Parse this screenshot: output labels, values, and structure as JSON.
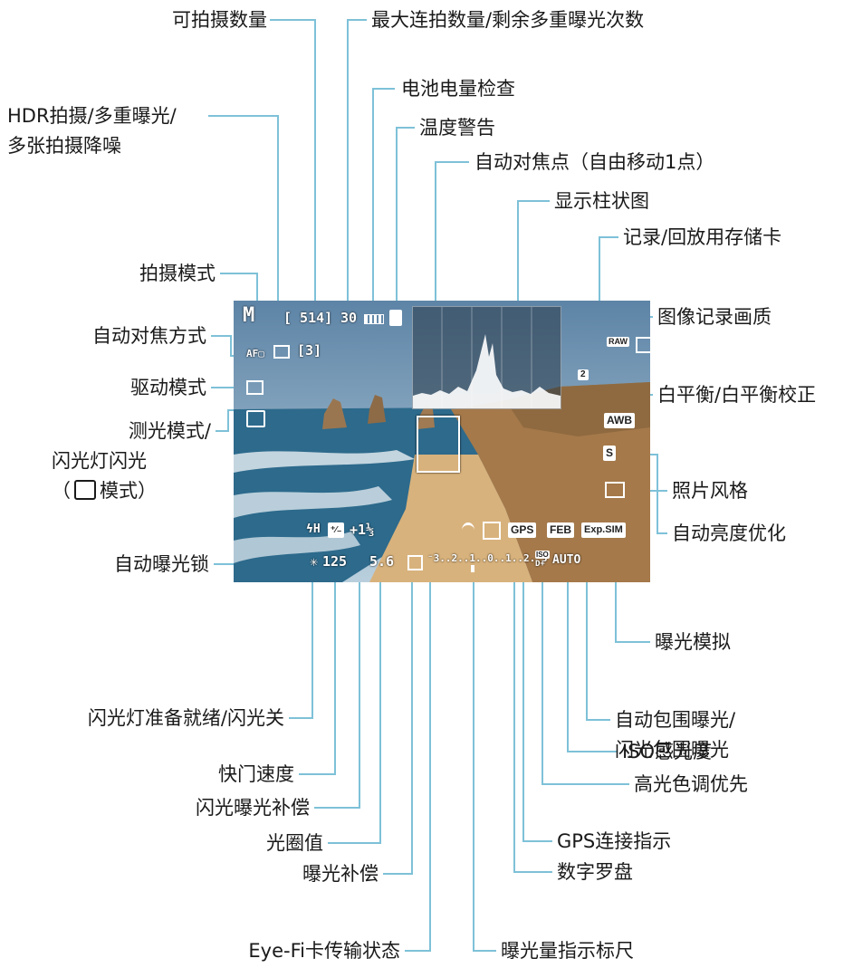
{
  "colors": {
    "leader": "#7ec1d8",
    "sky_top": "#5d84a6",
    "sky_bottom": "#b9cfdd",
    "sea": "#2d6a8c",
    "foam": "#e8f0f4",
    "cliff": "#a5794a",
    "beach": "#d8b27c",
    "overlay_text": "#ffffff",
    "histogram_bg": "#2a3a48",
    "af_frame": "#ffffff"
  },
  "screen": {
    "mode": "M",
    "shots_available": "[ 514]",
    "max_burst": "30",
    "multi_shot_count": "[3]",
    "af_method_label": "AF▢",
    "flash_comp_value": "+1⅓",
    "ae_lock": "✳",
    "shutter": "125",
    "aperture": "5.6",
    "exposure_scale": "⁻3..2..1..0..1..2.⁺3",
    "iso_value": "AUTO",
    "gps_badge": "GPS",
    "feb_badge": "FEB",
    "expsim_badge": "Exp.SIM",
    "awb_badge": "AWB",
    "raw_badge": "RAW",
    "style_badge": "S",
    "iso_badge": "ISO",
    "d_plus": "D+",
    "flash_ready": "ϟH",
    "flash_comp_badge": "⁺⁄₋",
    "card_number": "2"
  },
  "callouts": {
    "shots_available": "可拍摄数量",
    "max_burst": "最大连拍数量/剩余多重曝光次数",
    "battery": "电池电量检查",
    "temperature": "温度警告",
    "af_point": "自动对焦点（自由移动1点）",
    "hdr_multi_1": "HDR拍摄/多重曝光/",
    "hdr_multi_2": "多张拍摄降噪",
    "histogram": "显示柱状图",
    "card": "记录/回放用存储卡",
    "shooting_mode": "拍摄模式",
    "image_quality": "图像记录画质",
    "af_method": "自动对焦方式",
    "drive_mode": "驱动模式",
    "white_balance": "白平衡/白平衡校正",
    "metering_1": "测光模式/",
    "metering_2": "闪光灯闪光",
    "metering_3a": "（",
    "metering_3b": "模式）",
    "picture_style": "照片风格",
    "alo": "自动亮度优化",
    "ae_lock": "自动曝光锁",
    "exp_sim": "曝光模拟",
    "flash_ready": "闪光灯准备就绪/闪光关",
    "bracketing_1": "自动包围曝光/",
    "bracketing_2": "闪光包围曝光",
    "shutter": "快门速度",
    "iso": "ISO感光度",
    "flash_comp": "闪光曝光补偿",
    "highlight_tone": "高光色调优先",
    "aperture": "光圈值",
    "gps": "GPS连接指示",
    "exposure_comp": "曝光补偿",
    "compass": "数字罗盘",
    "eyefi": "Eye-Fi卡传输状态",
    "exposure_scale": "曝光量指示标尺"
  }
}
